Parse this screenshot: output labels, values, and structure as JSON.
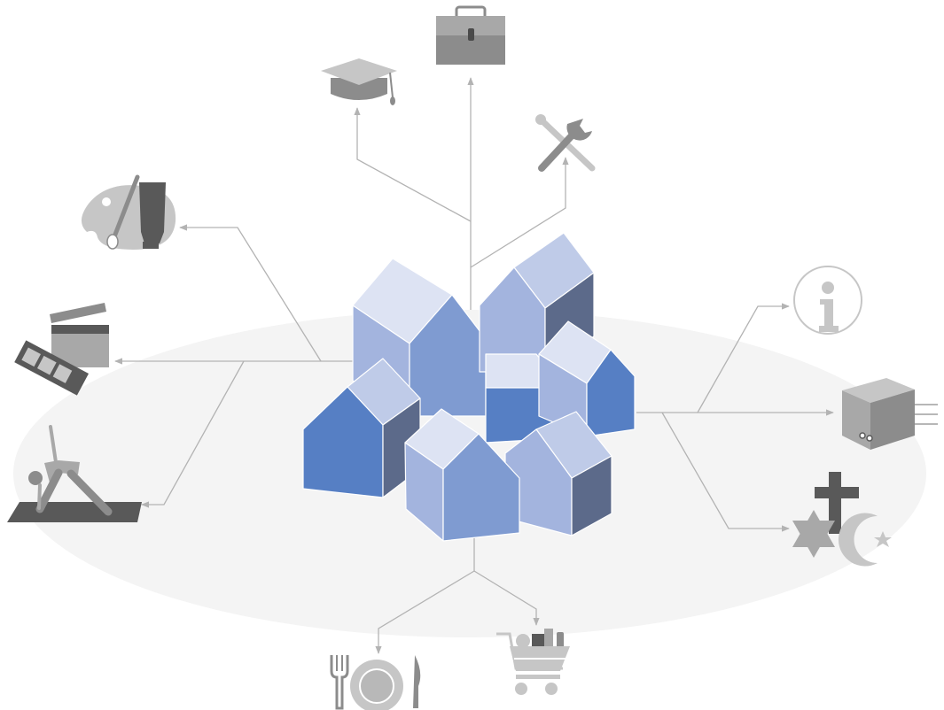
{
  "diagram": {
    "center": "town-houses-cluster",
    "connections": [
      {
        "group": "top",
        "targets": [
          "education",
          "work",
          "crafts-services"
        ]
      },
      {
        "group": "left",
        "targets": [
          "arts",
          "cinema",
          "sports-yoga"
        ]
      },
      {
        "group": "right",
        "targets": [
          "information",
          "delivery",
          "religion"
        ]
      },
      {
        "group": "bottom",
        "targets": [
          "dining",
          "shopping"
        ]
      }
    ],
    "icons": [
      "graduation-cap-icon",
      "briefcase-icon",
      "wrench-screwdriver-icon",
      "palette-brush-tube-icon",
      "clapperboard-film-icon",
      "yoga-mat-icon",
      "info-icon",
      "delivery-box-icon",
      "religion-symbols-icon",
      "plate-fork-knife-icon",
      "shopping-cart-icon"
    ]
  },
  "colors": {
    "ground": "#f4f4f4",
    "line": "#b3b3b3",
    "icon_dark": "#595959",
    "icon_mid": "#8c8c8c",
    "icon_light": "#c6c6c6",
    "house_light_roof": "#dde3f3",
    "house_mid_roof": "#bfcbe8",
    "house_wall_light": "#a3b4de",
    "house_wall_mid": "#7f9bd1",
    "house_wall_dark": "#5c6a8a",
    "house_front_strong": "#567fc4"
  }
}
